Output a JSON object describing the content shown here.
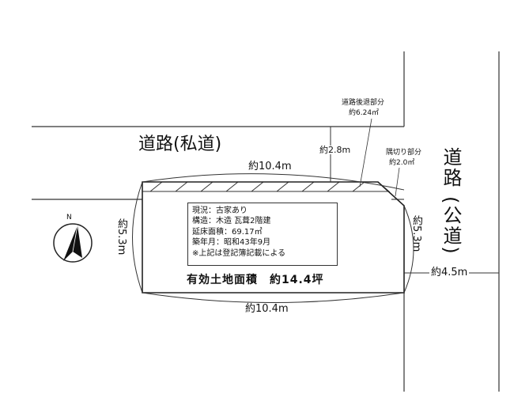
{
  "roads": {
    "private_road": "道路(私道)",
    "public_road_top": "道路",
    "public_road_bottom": "(公道)"
  },
  "annotations": {
    "setback_label": "道路後退部分",
    "setback_area": "約6.24㎡",
    "corner_cut_label": "隅切り部分",
    "corner_cut_area": "約2.0㎡",
    "setback_width": "約2.8m"
  },
  "dimensions": {
    "top": "約10.4m",
    "bottom": "約10.4m",
    "left": "約5.3m",
    "right": "約5.3m",
    "road_width": "約4.5m"
  },
  "info": {
    "status": "現況：古家あり",
    "structure": "構造：木造 瓦葺2階建",
    "floor_area": "延床面積：69.17㎡",
    "built": "築年月：昭和43年9月",
    "note": "※上記は登記簿記載による"
  },
  "effective_area": "有効土地面積　約14.4坪",
  "north_arrow": "N"
}
